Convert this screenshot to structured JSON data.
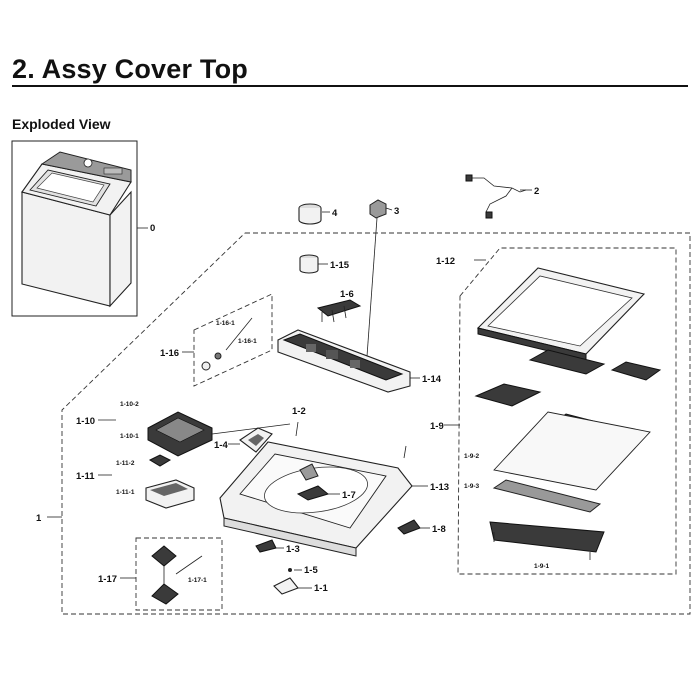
{
  "page": {
    "title": "2.  Assy Cover Top",
    "subtitle": "Exploded View"
  },
  "diagram": {
    "parts": [
      {
        "id": "0"
      },
      {
        "id": "1"
      },
      {
        "id": "2"
      },
      {
        "id": "3"
      },
      {
        "id": "4"
      },
      {
        "id": "1-1"
      },
      {
        "id": "1-2"
      },
      {
        "id": "1-3"
      },
      {
        "id": "1-4"
      },
      {
        "id": "1-5"
      },
      {
        "id": "1-6"
      },
      {
        "id": "1-7"
      },
      {
        "id": "1-8"
      },
      {
        "id": "1-9"
      },
      {
        "id": "1-9-1"
      },
      {
        "id": "1-9-2"
      },
      {
        "id": "1-9-3"
      },
      {
        "id": "1-10"
      },
      {
        "id": "1-10-1"
      },
      {
        "id": "1-10-2"
      },
      {
        "id": "1-11"
      },
      {
        "id": "1-11-1"
      },
      {
        "id": "1-11-2"
      },
      {
        "id": "1-12"
      },
      {
        "id": "1-13"
      },
      {
        "id": "1-14"
      },
      {
        "id": "1-15"
      },
      {
        "id": "1-16"
      },
      {
        "id": "1-16-1"
      },
      {
        "id": "1-17"
      },
      {
        "id": "1-17-1"
      }
    ]
  }
}
